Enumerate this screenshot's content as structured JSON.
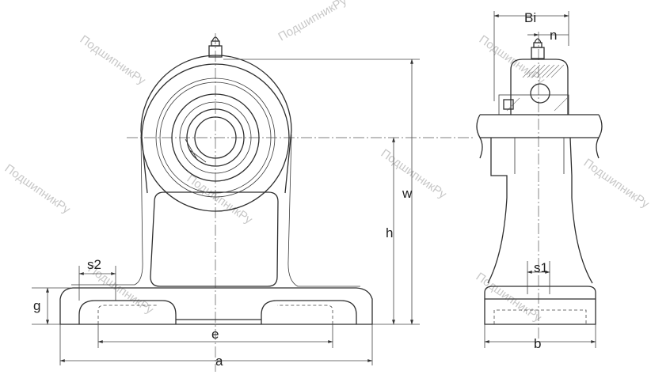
{
  "dimensions": {
    "Bi": "Bi",
    "n": "n",
    "w": "w",
    "h": "h",
    "s2": "s2",
    "g": "g",
    "e": "e",
    "a": "a",
    "s1": "s1",
    "b": "b"
  },
  "watermark": "ПодшипникРу"
}
